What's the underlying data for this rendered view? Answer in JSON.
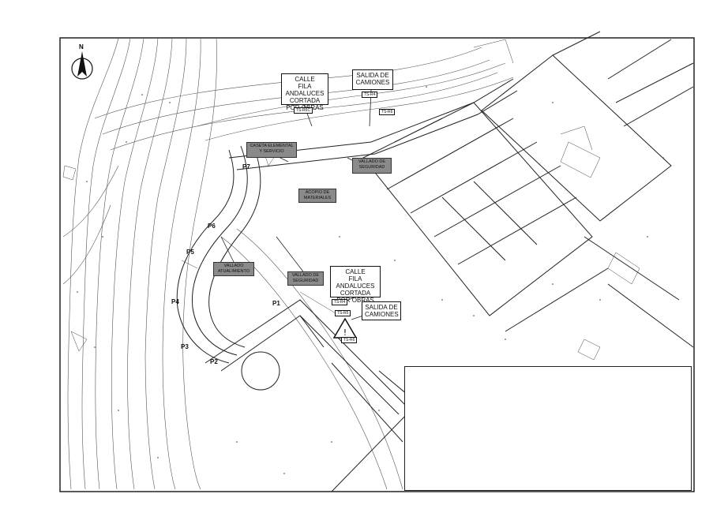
{
  "map": {
    "north_label": "N",
    "callouts": [
      {
        "id": "calle-top",
        "text": "CALLE\nFILA ANDALUCES\nCORTADA\nPOR OBRAS"
      },
      {
        "id": "salida-top",
        "text": "SALIDA DE\nCAMIONES"
      },
      {
        "id": "calle-mid",
        "text": "CALLE\nFILA ANDALUCES\nCORTADA\nPOR OBRAS"
      },
      {
        "id": "salida-mid",
        "text": "SALIDA DE\nCAMIONES"
      }
    ],
    "grey_tags": [
      {
        "id": "caseta",
        "text": "CASETA ELEMENTAL\nY SERVICIO"
      },
      {
        "id": "vallado-right",
        "text": "VALLADO DE\nSEGURIDAD"
      },
      {
        "id": "acopio",
        "text": "ACOPIO DE\nMATERIALES"
      },
      {
        "id": "vallado-left",
        "text": "VALLADO\nATUALIMIENTO"
      },
      {
        "id": "vallado-mid",
        "text": "VALLADO DE\nSEGURIDAD"
      }
    ],
    "small_tags": [
      {
        "id": "t1",
        "text": "TS-R4"
      },
      {
        "id": "t2",
        "text": "TS-R6C"
      },
      {
        "id": "t3",
        "text": "TS-R6"
      },
      {
        "id": "t4",
        "text": "TS-R4"
      },
      {
        "id": "t5",
        "text": "TS-R5"
      },
      {
        "id": "t6",
        "text": "TS-R6"
      }
    ],
    "points": [
      "P7",
      "P6",
      "P5",
      "P4",
      "P3",
      "P2",
      "P1"
    ]
  }
}
